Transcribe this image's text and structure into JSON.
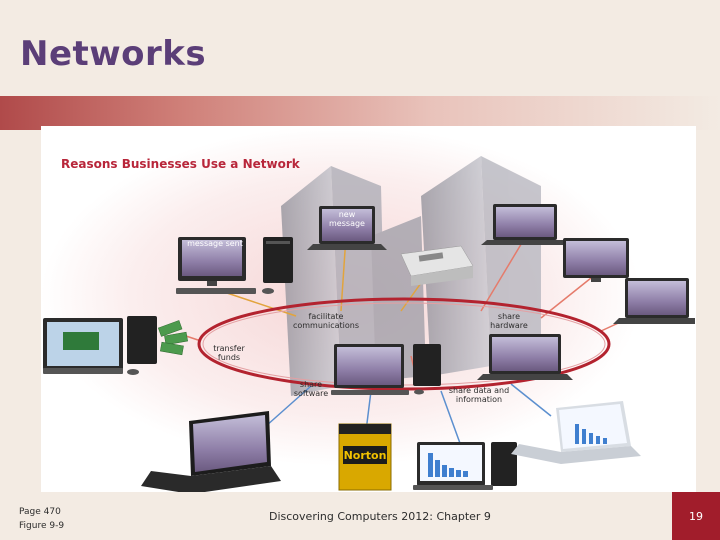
{
  "slide": {
    "title": "Networks",
    "page_number": "19"
  },
  "figure": {
    "heading": "Reasons Businesses Use a Network",
    "labels": {
      "facilitate": "facilitate communications",
      "share_hardware": "share hardware",
      "transfer": "transfer funds",
      "share_software": "share software",
      "share_data": "share data and information"
    },
    "screen_texts": {
      "message_sent": "message sent",
      "new_message": "new message"
    },
    "software_box": "Norton"
  },
  "footer": {
    "page_ref": "Page 470",
    "figure_ref": "Figure 9-9",
    "book": "Discovering Computers 2012: Chapter 9"
  },
  "colors": {
    "title": "#5b3e78",
    "figure_heading": "#b8263a",
    "band_start": "#b04a4a",
    "page_box": "#a11d2b",
    "ellipse": "#b3232f"
  }
}
